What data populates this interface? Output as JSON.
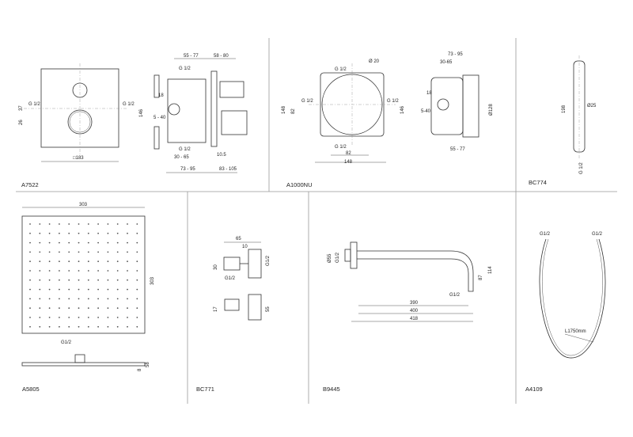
{
  "panels": [
    {
      "code": "A7522",
      "labels": {
        "w183": "□183",
        "d37": "37",
        "d26": "26",
        "gl": "G 1/2",
        "gr": "G 1/2",
        "top1": "55 - 77",
        "top2": "58 - 80",
        "gtop": "G 1/2",
        "gbot": "G 1/2",
        "h146": "146",
        "d18": "18",
        "d540": "5 - 40",
        "d105": "10.5",
        "d3065": "30 - 65",
        "d7395": "73 - 95",
        "d83105": "83 - 105"
      }
    },
    {
      "code": "A1000NU",
      "labels": {
        "gtop": "G 1/2",
        "dia20": "Ø 20",
        "h148": "148",
        "h82": "82",
        "gl": "G 1/2",
        "gr": "G 1/2",
        "gbot": "G 1/2",
        "w82": "82",
        "w148": "148",
        "top7395": "73 - 95",
        "top3065": "30-65",
        "d18": "18",
        "h146": "146",
        "d540": "5-40",
        "dia128": "Ø128",
        "d5577": "55 - 77"
      }
    },
    {
      "code": "BC774",
      "labels": {
        "h198": "198",
        "dia25": "Ø25",
        "g": "G 1/2"
      }
    },
    {
      "code": "A5805",
      "labels": {
        "w303": "303",
        "h303": "303",
        "g": "G1/2",
        "d8": "8",
        "d58": "58"
      }
    },
    {
      "code": "BC771",
      "labels": {
        "w65": "65",
        "d10": "10",
        "d30": "30",
        "g1": "G1/2",
        "g2": "G1/2",
        "d17": "17",
        "d55": "55"
      }
    },
    {
      "code": "B9445",
      "labels": {
        "dia55": "Ø55",
        "g1": "G1/2",
        "h87": "87",
        "h114": "114",
        "g2": "G1/2",
        "w390": "390",
        "w400": "400",
        "w418": "418"
      }
    },
    {
      "code": "A4109",
      "labels": {
        "g1": "G1/2",
        "g2": "G1/2",
        "len": "L1750mm"
      }
    }
  ]
}
